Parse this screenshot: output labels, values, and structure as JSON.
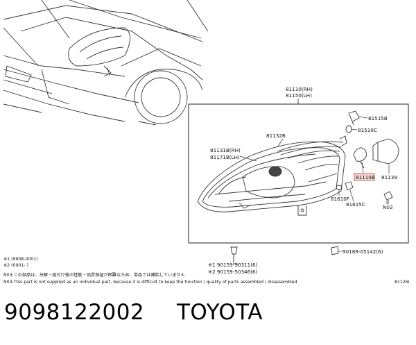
{
  "diagram": {
    "labels": {
      "assy_rh": "81110(RH)",
      "assy_lh": "81150(LH)",
      "socket": "81515B",
      "bulb_top": "81510C",
      "housing": "81132B",
      "body_rh": "81131B(RH)",
      "body_lh": "81171B(LH)",
      "bulb_main": "81110B",
      "cap": "81139",
      "pos_bulb": "81610F",
      "pos_socket": "81615C",
      "nut": "N03",
      "clip": "90189-05142(6)",
      "screw1": "※1 90159-50311(6)",
      "screw2": "※2 90159-50346(6)"
    },
    "notes": {
      "n1": "※1 (9908-0001)",
      "n2": "※2 (0001-     )",
      "n3_jp": "N03:この部品は、分解・組付け後の性能・品質保証が困難なため、単品では補給していません",
      "n3_en": "N03:This part is not supplied as an individual part, because it is difficult to keep the function / quality of parts assembled / disassembled",
      "fig_code": "81126I"
    }
  },
  "footer": {
    "part_number": "9098122002",
    "brand": "TOYOTA"
  }
}
